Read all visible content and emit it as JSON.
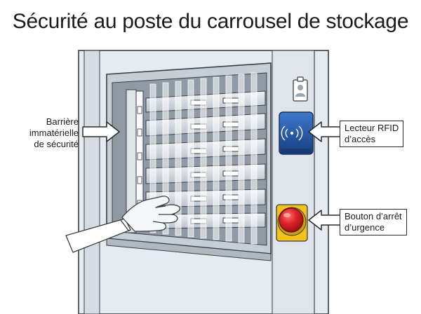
{
  "title": "Sécurité au poste du carrousel de stockage",
  "labels": {
    "barrier": [
      "Barrière",
      "immatérielle",
      "de sécurité"
    ],
    "rfid": [
      "Lecteur RFID",
      "d’accès"
    ],
    "estop": [
      "Bouton d’arrêt",
      "d’urgence"
    ]
  },
  "colors": {
    "frame": "#e4e9ee",
    "frame_line": "#3a3f44",
    "rfid_blue": "#1f56a8",
    "estop_red": "#d8222a",
    "estop_yellow": "#f2c21b",
    "beam": "#ffffff"
  },
  "icons": [
    "badge-icon",
    "rfid-wave-icon",
    "arrow-icon",
    "glove-hand-icon"
  ]
}
